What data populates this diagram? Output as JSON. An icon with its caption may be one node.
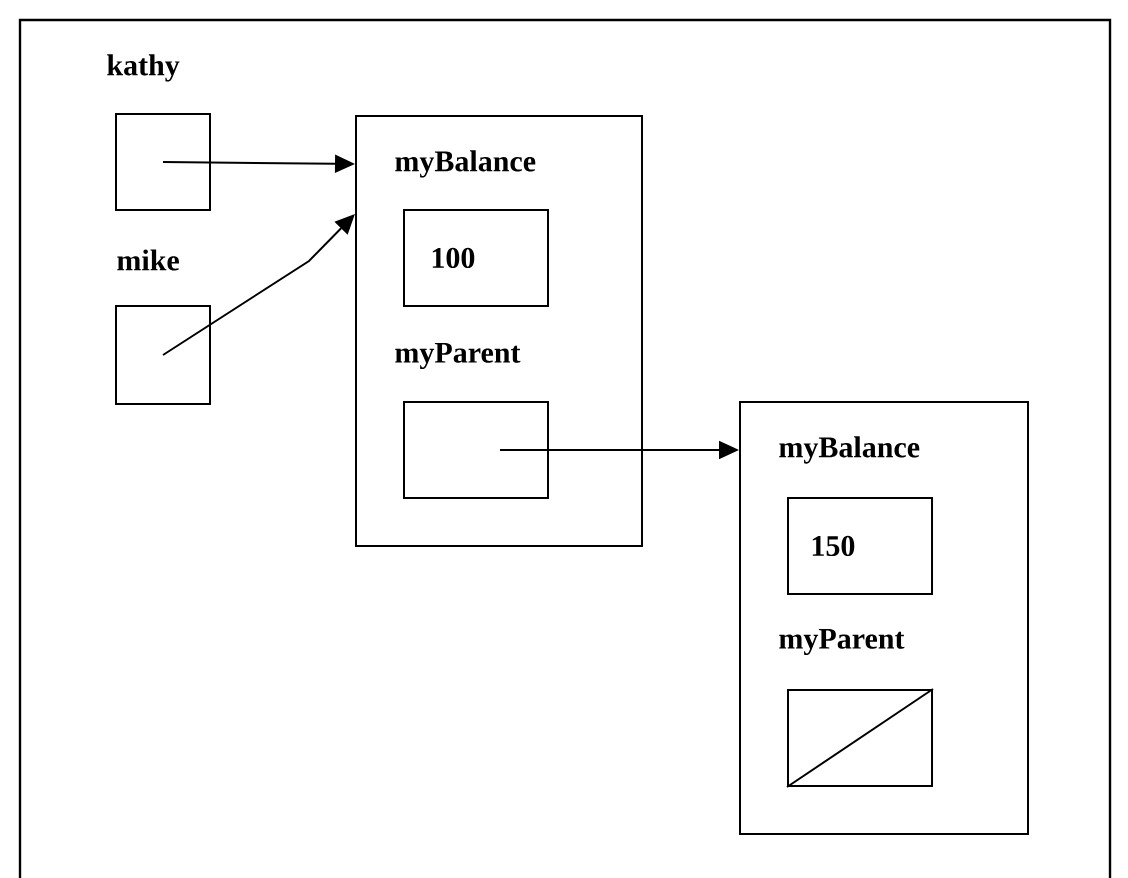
{
  "diagram": {
    "nodes": [
      {
        "text": [
          "kathy"
        ]
      },
      {
        "text": [
          "mike"
        ]
      },
      {
        "text": [
          "myBalance",
          "myParent"
        ]
      },
      {
        "text": [
          "100"
        ],
        "in": 2
      },
      {
        "text": [],
        "shape": "box",
        "in": 2
      },
      {
        "text": [
          "myBalance",
          "myParent"
        ]
      },
      {
        "text": [
          "150"
        ],
        "in": 5
      },
      {
        "text": [],
        "shape": "box",
        "in": 5
      }
    ],
    "edges": [
      {
        "from": 0,
        "to": 2,
        "arrow": "to"
      },
      {
        "from": 1,
        "to": 2,
        "arrow": "to"
      },
      {
        "from": 4,
        "to": 5,
        "arrow": "to"
      }
    ]
  }
}
